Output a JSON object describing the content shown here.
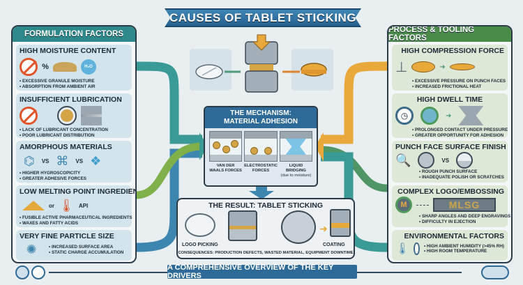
{
  "title": "CAUSES OF TABLET STICKING",
  "left_panel": {
    "title": "FORMULATION FACTORS",
    "color": "#2e8a8a",
    "cards": [
      {
        "title": "HIGH MOISTURE CONTENT",
        "bullets": [
          "EXCESSIVE GRANULE MOISTURE",
          "ABSORPTION FROM AMBIENT AIR"
        ],
        "icon_text": [
          "%",
          "H₂O"
        ]
      },
      {
        "title": "INSUFFICIENT LUBRICATION",
        "bullets": [
          "LACK OF LUBRICANT CONCENTRATION",
          "POOR LUBRICANT DISTRIBUTION"
        ]
      },
      {
        "title": "AMORPHOUS MATERIALS",
        "bullets": [
          "HIGHER HYGROSCOPICITY",
          "GREATER ADHESIVE FORCES"
        ],
        "icon_text": [
          "VS",
          "VS"
        ]
      },
      {
        "title": "LOW MELTING POINT INGREDIENTS",
        "bullets": [
          "FUSIBLE ACTIVE PHARMACEUTICAL INGREDIENTS",
          "WAXES AND FATTY ACIDS"
        ],
        "icon_text": [
          "or",
          "API"
        ]
      },
      {
        "title": "VERY FINE PARTICLE SIZE",
        "bullets": [
          "INCREASED SURFACE AREA",
          "STATIC CHARGE ACCUMULATION"
        ]
      }
    ]
  },
  "right_panel": {
    "title": "PROCESS & TOOLING FACTORS",
    "color": "#4b8b4a",
    "cards": [
      {
        "title": "HIGH COMPRESSION FORCE",
        "bullets": [
          "EXCESSIVE PRESSURE ON PUNCH FACES",
          "INCREASED FRICTIONAL HEAT"
        ]
      },
      {
        "title": "HIGH DWELL TIME",
        "bullets": [
          "PROLONGED CONTACT UNDER PRESSURE",
          "GREATER OPPORTUNITY FOR ADHESION"
        ]
      },
      {
        "title": "PUNCH FACE SURFACE FINISH",
        "bullets": [
          "ROUGH PUNCH SURFACE",
          "INADEQUATE POLISH OR SCRATCHES"
        ],
        "icon_text": [
          "VS"
        ]
      },
      {
        "title": "COMPLEX LOGO/EMBOSSING",
        "bullets": [
          "SHARP ANGLES AND DEEP ENGRAVINGS",
          "DIFFICULTY IN EJECTION"
        ],
        "icon_text": [
          "M",
          "MLSG"
        ]
      },
      {
        "title": "ENVIRONMENTAL FACTORS",
        "bullets": [
          "HIGH AMBIENT HUMIDITY (>45% RH)",
          "HIGH ROOM TEMPERATURE"
        ]
      }
    ]
  },
  "mechanism": {
    "title_line1": "THE MECHANISM:",
    "title_line2": "MATERIAL ADHESION",
    "items": [
      {
        "label": "VAN DER WAALS FORCES",
        "sub": ""
      },
      {
        "label": "ELECTROSTATIC FORCES",
        "sub": ""
      },
      {
        "label": "LIQUID BRIDGING",
        "sub": "(due to moisture)"
      }
    ]
  },
  "result": {
    "title": "THE RESULT: TABLET STICKING",
    "items": [
      "LOGO PICKING",
      "COATING"
    ],
    "consequences": "CONSEQUENCES: PRODUCTION DEFECTS, WASTED MATERIAL, EQUIPMENT DOWNTIME"
  },
  "footer": "A COMPREHENSIVE OVERVIEW OF THE KEY DRIVERS",
  "colors": {
    "teal": "#2e8a8a",
    "green": "#4b8b4a",
    "blue": "#2d6a98",
    "orange": "#e9a93a"
  }
}
